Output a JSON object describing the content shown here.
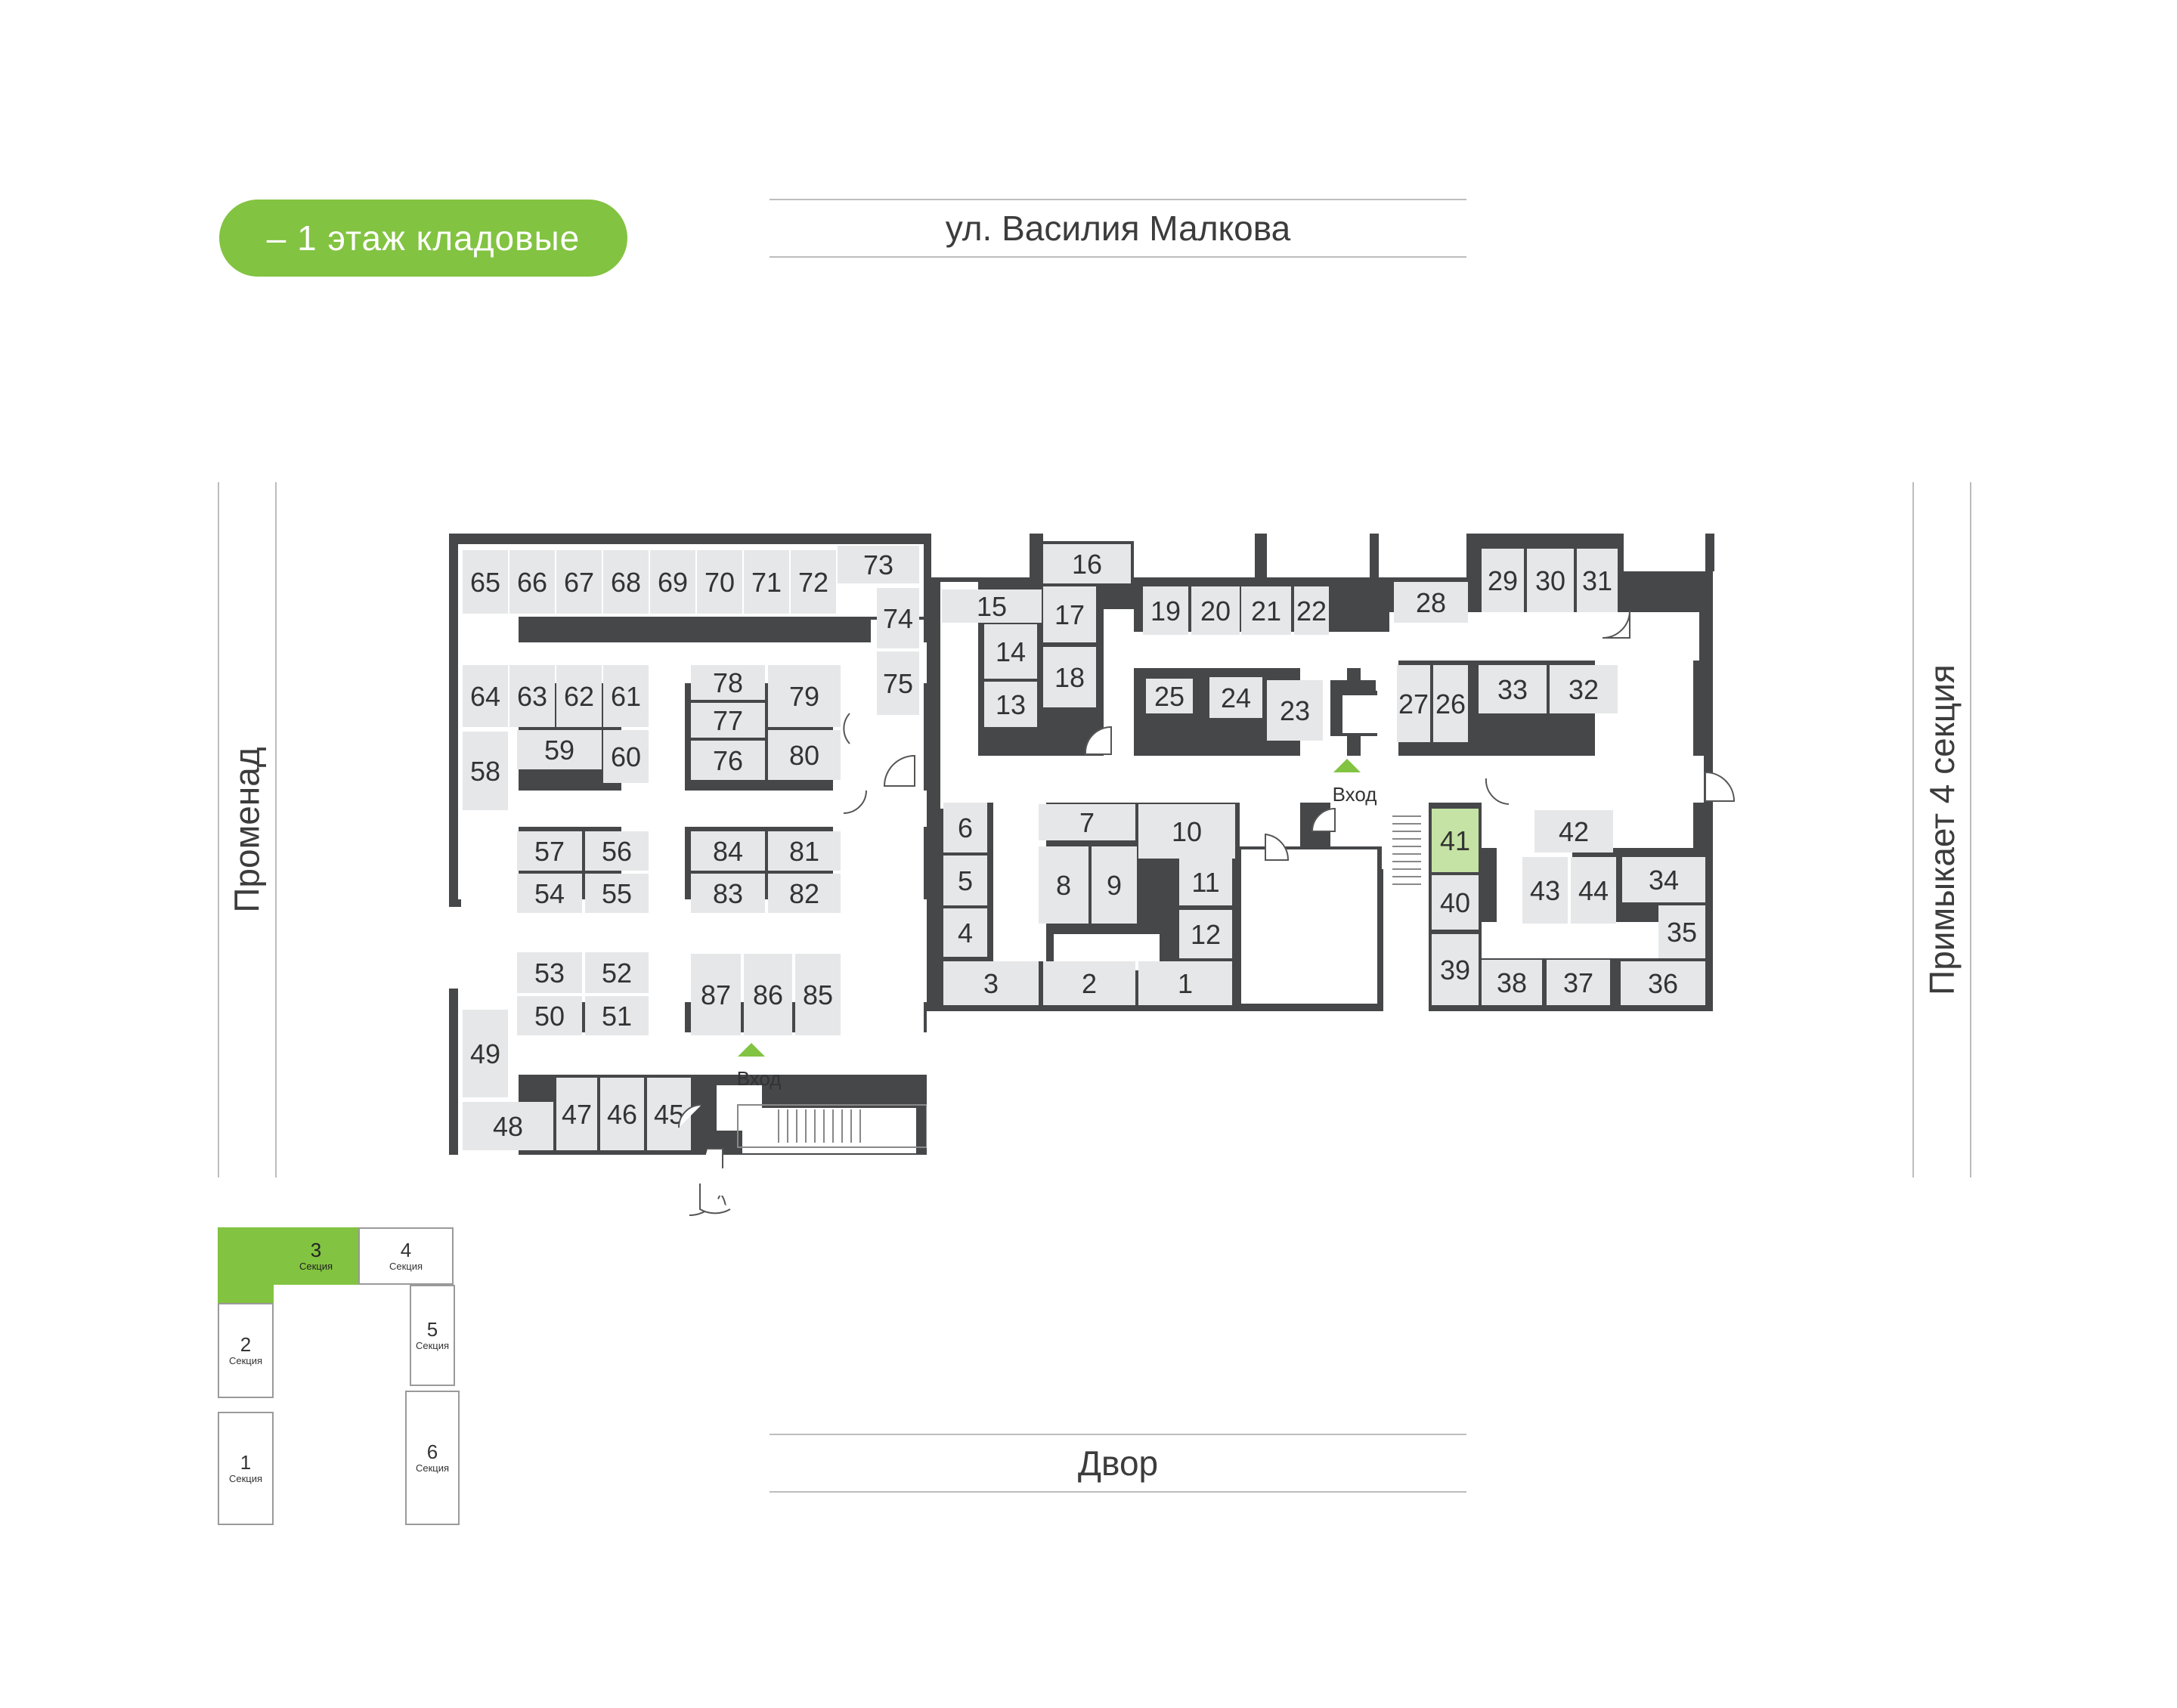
{
  "floor_label": "– 1 этаж кладовые",
  "streets": {
    "top": "ул. Василия Малкова",
    "bottom": "Двор",
    "left": "Променад",
    "right": "Примыкает 4 секция"
  },
  "entrance_label": "Вход",
  "colors": {
    "accent": "#82c341",
    "highlight_unit": "#c5e3a4",
    "unit_fill": "#e6e7e8",
    "wall": "#454749",
    "text": "#333333"
  },
  "highlighted_unit": "41",
  "sections_caption": "Секция",
  "sections": [
    {
      "num": "",
      "active": true
    },
    {
      "num": "3",
      "active": true
    },
    {
      "num": "4",
      "active": false
    },
    {
      "num": "2",
      "active": false
    },
    {
      "num": "5",
      "active": false
    },
    {
      "num": "1",
      "active": false
    },
    {
      "num": "6",
      "active": false
    }
  ],
  "units": [
    "1",
    "2",
    "3",
    "4",
    "5",
    "6",
    "7",
    "8",
    "9",
    "10",
    "11",
    "12",
    "13",
    "14",
    "15",
    "16",
    "17",
    "18",
    "19",
    "20",
    "21",
    "22",
    "23",
    "24",
    "25",
    "26",
    "27",
    "28",
    "29",
    "30",
    "31",
    "32",
    "33",
    "34",
    "35",
    "36",
    "37",
    "38",
    "39",
    "40",
    "41",
    "42",
    "43",
    "44",
    "45",
    "46",
    "47",
    "48",
    "49",
    "50",
    "51",
    "52",
    "53",
    "54",
    "55",
    "56",
    "57",
    "58",
    "59",
    "60",
    "61",
    "62",
    "63",
    "64",
    "65",
    "66",
    "67",
    "68",
    "69",
    "70",
    "71",
    "72",
    "73",
    "74",
    "75",
    "76",
    "77",
    "78",
    "79",
    "80",
    "81",
    "82",
    "83",
    "84",
    "85",
    "86",
    "87"
  ]
}
